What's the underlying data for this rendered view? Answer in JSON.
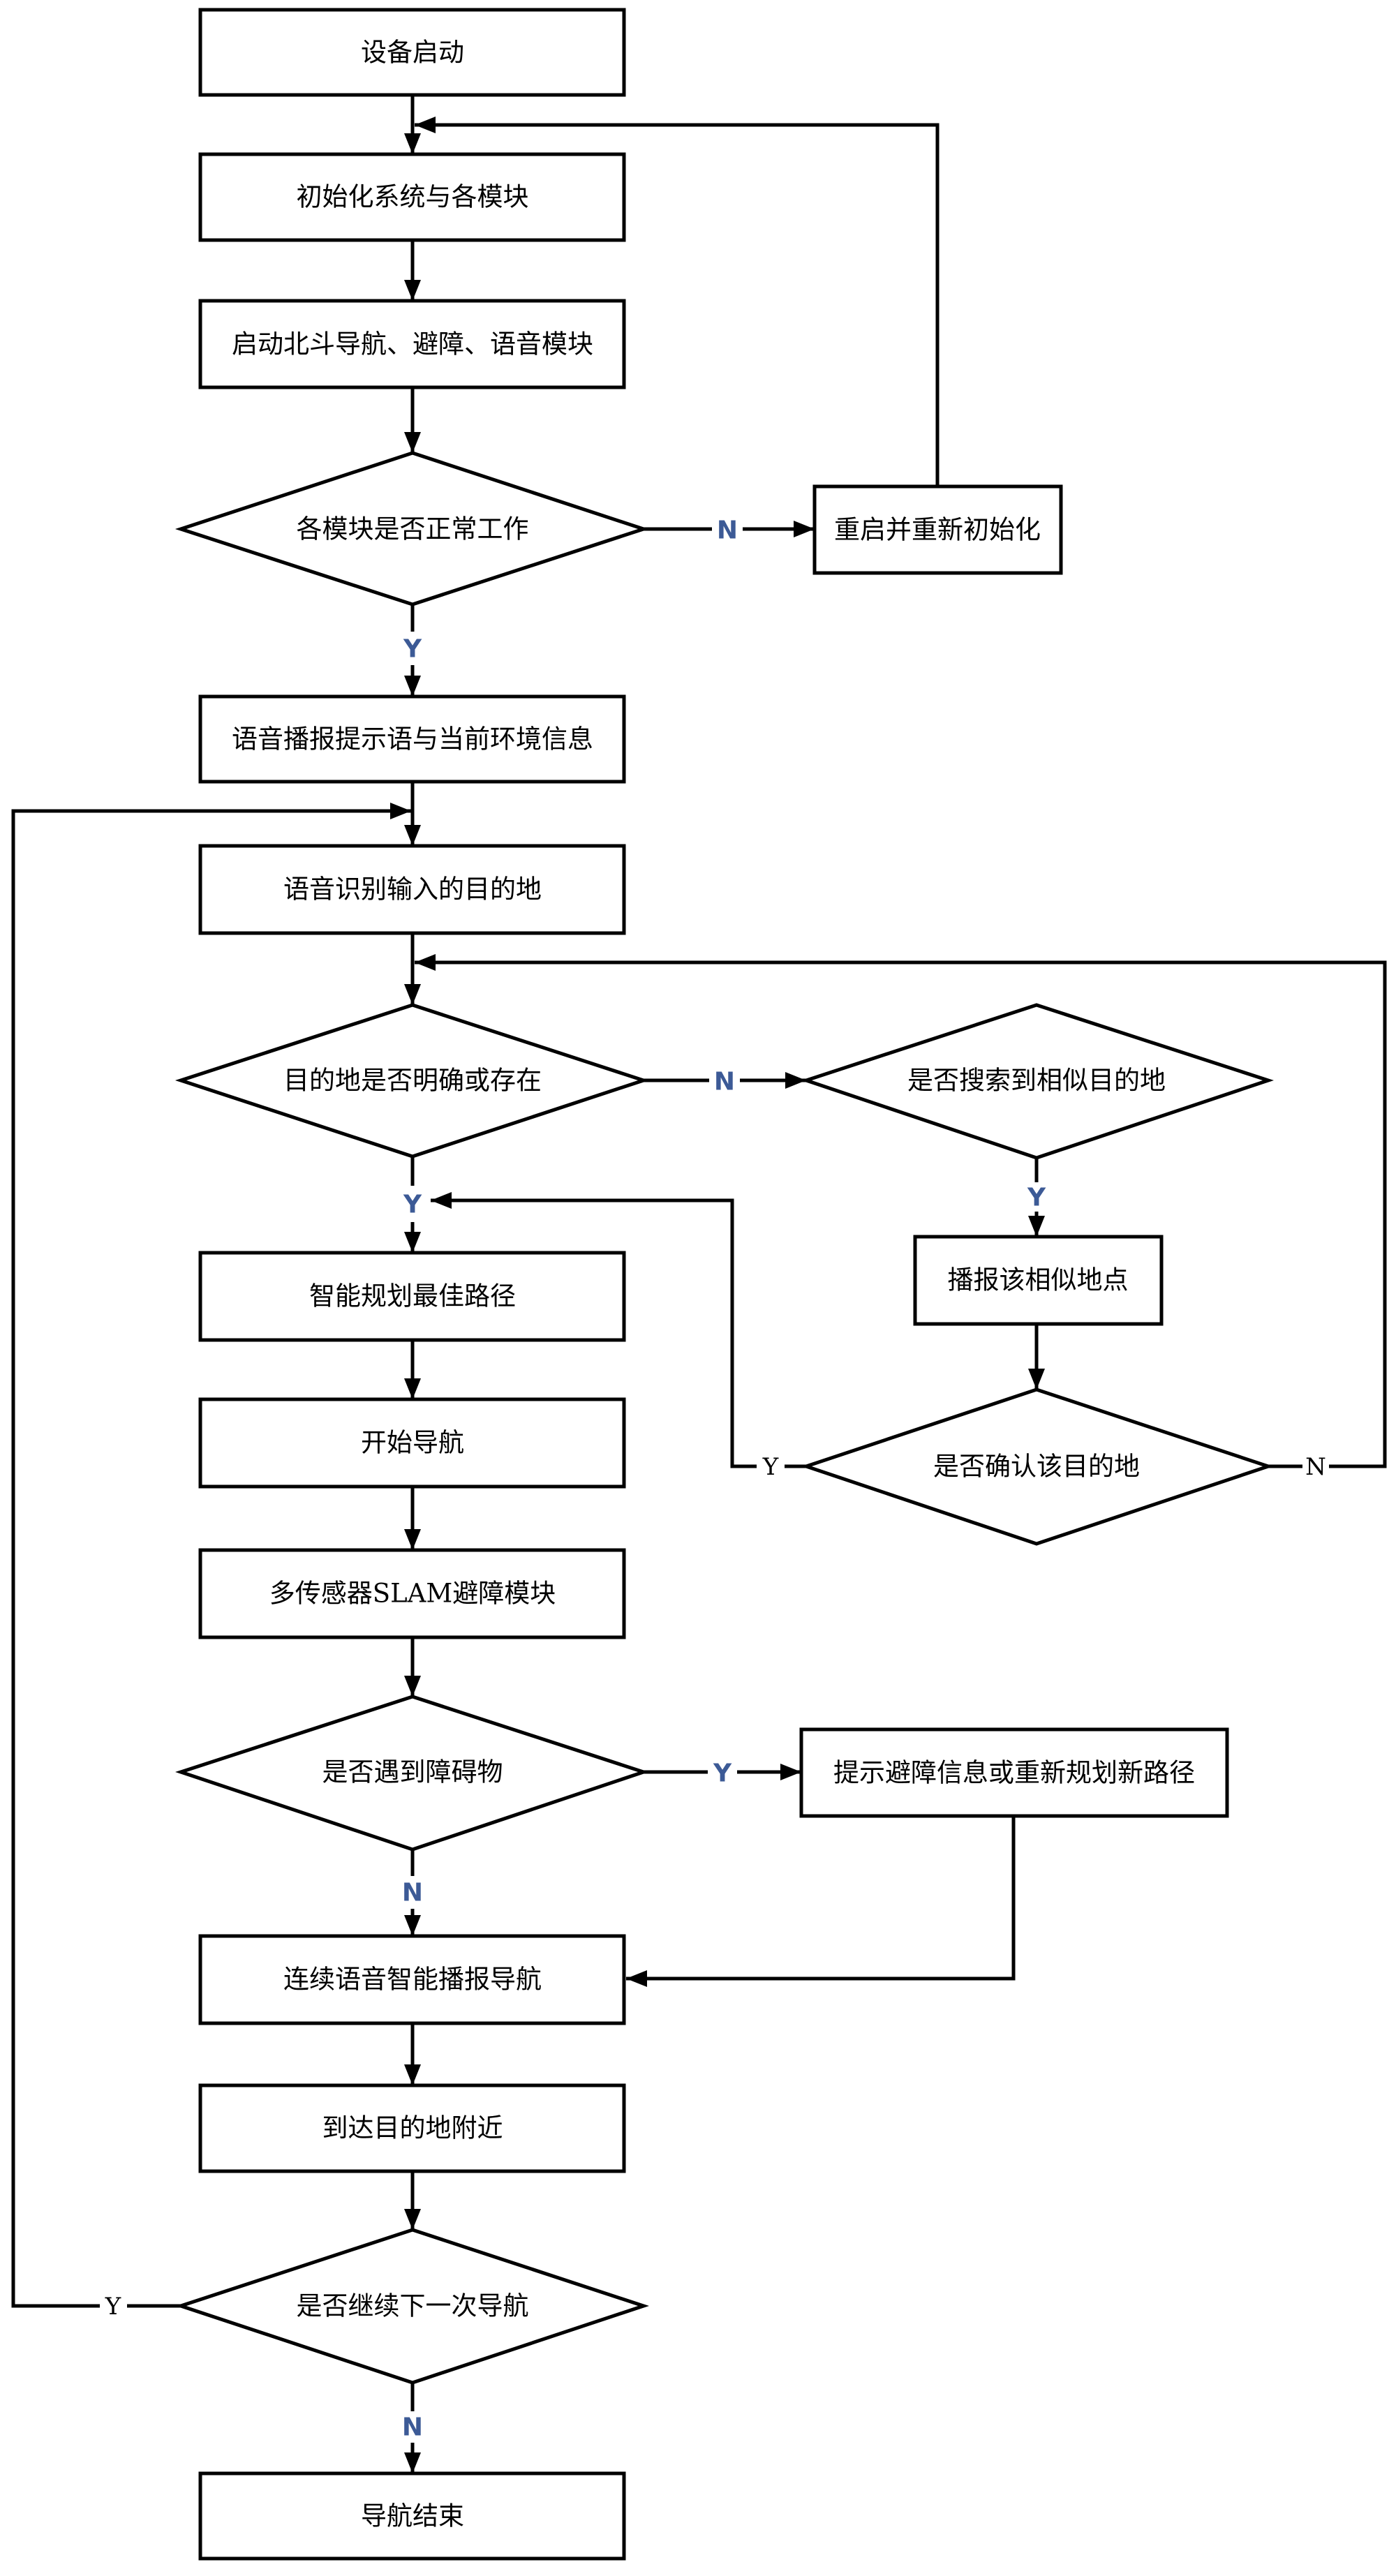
{
  "nodes": {
    "start": "设备启动",
    "init": "初始化系统与各模块",
    "launch_modules": "启动北斗导航、避障、语音模块",
    "check_modules": "各模块是否正常工作",
    "restart": "重启并重新初始化",
    "voice_prompt": "语音播报提示语与当前环境信息",
    "voice_input": "语音识别输入的目的地",
    "check_destination": "目的地是否明确或存在",
    "search_similar": "是否搜索到相似目的地",
    "announce_similar": "播报该相似地点",
    "confirm_destination": "是否确认该目的地",
    "plan_path": "智能规划最佳路径",
    "start_navigation": "开始导航",
    "slam_avoidance": "多传感器SLAM避障模块",
    "check_obstacle": "是否遇到障碍物",
    "avoidance_prompt": "提示避障信息或重新规划新路径",
    "continuous_broadcast": "连续语音智能播报导航",
    "near_destination": "到达目的地附近",
    "continue_navigation": "是否继续下一次导航",
    "end": "导航结束"
  },
  "edge_labels": {
    "modules_no": "N",
    "modules_yes": "Y",
    "destination_no": "N",
    "destination_yes": "Y",
    "similar_yes": "Y",
    "confirm_yes": "Y",
    "confirm_no": "N",
    "obstacle_yes": "Y",
    "obstacle_no": "N",
    "continue_yes": "Y",
    "continue_no": "N"
  },
  "colors": {
    "line": "#000000",
    "accent": "#3c5a96",
    "background": "#ffffff"
  }
}
